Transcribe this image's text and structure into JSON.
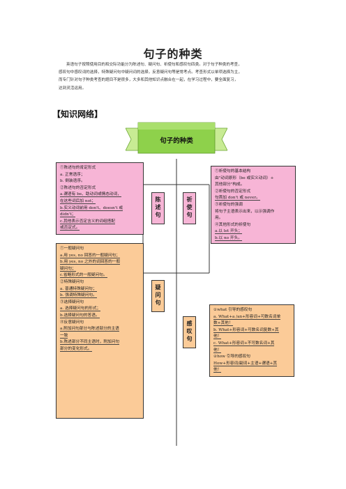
{
  "title": "句子的种类",
  "intro_lines": [
    "英语句子按照使用目的和交际功能分为陈述句、疑问句、祈使句和感叹句四类。对于句子种类的考查，",
    "感叹句中感叹词的选择，特殊疑问句中疑问词的选择，反意疑问句等是常考点。考查形式以单项选择为主，",
    "而专门针对句子种类考查的题目不是很多，大多和其他知识点融合在一起，在学习过程中，要全面复习，",
    "达到灵活运用。"
  ],
  "section_heading": "【知识网络】",
  "center_node": "句子的种类",
  "colors": {
    "pink": "#f7b5d6",
    "orange": "#fbcb98",
    "banner_green": "#8ed14b",
    "banner_light": "#c8eb94"
  },
  "nodes": {
    "declarative": {
      "label": [
        "陈",
        "述",
        "句"
      ],
      "lines": [
        "①陈述句的肯定形式",
        "a. 正常语序；",
        "b. 倒装语序。",
        "②陈述句的否定形式",
        "a.谓语有 be、助动词或情态动词，",
        "在这些词后加 not；",
        "b.实义动词前用 don't、doesn't 或",
        "didn't；",
        "c.其他表示否定含义的词组搭配",
        "或否定式。"
      ]
    },
    "imperative": {
      "label": [
        "祈",
        "使",
        "句"
      ],
      "lines": [
        "①祈使句的基本结构",
        "由\"动词原形（be 或实义动词）+",
        "其他部分\"构成。",
        "②祈使句的否定形式",
        "句首加 don't 或 never。",
        "③祈使句的强调",
        "将句子主语表示出来，以示强调作",
        "用。",
        "④其他形式的祈使句",
        "a.以 let 开头；",
        "b.以 no 开头。"
      ]
    },
    "interrogative": {
      "label": [
        "疑",
        "问",
        "句"
      ],
      "lines": [
        "①一般疑问句",
        "a.用 yes, no 回答的一般疑问句；",
        "b.用 yes, no 之外的词回答的一般",
        "疑问句；",
        "c.省略形式的一般疑问句。",
        "②特殊疑问句",
        "a. 普通特殊疑问句；",
        "b. 强调特殊疑问句。",
        "③选择疑问句",
        "a. 选择疑问句的形式；",
        "b.选择疑问句的答语。",
        "④反意疑问句",
        "a.附加问句部分与陈述部分的主语",
        "一致",
        "b.陈述部分不同主语时，附加问句",
        "部分的变化形式。"
      ]
    },
    "exclamatory": {
      "label": [
        "感",
        "叹",
        "句"
      ],
      "lines": [
        "①what 引导的感叹句",
        "a. What+a /an+形容词+可数名词单",
        "数+其他！",
        "b. What+形容词+可数名词复数+其",
        "他！",
        "c. What+形容词+不可数名词+其",
        "他！",
        "②how 引导的感叹句",
        "How+形容词/副词+主语+谓语+其",
        "他！"
      ]
    }
  }
}
